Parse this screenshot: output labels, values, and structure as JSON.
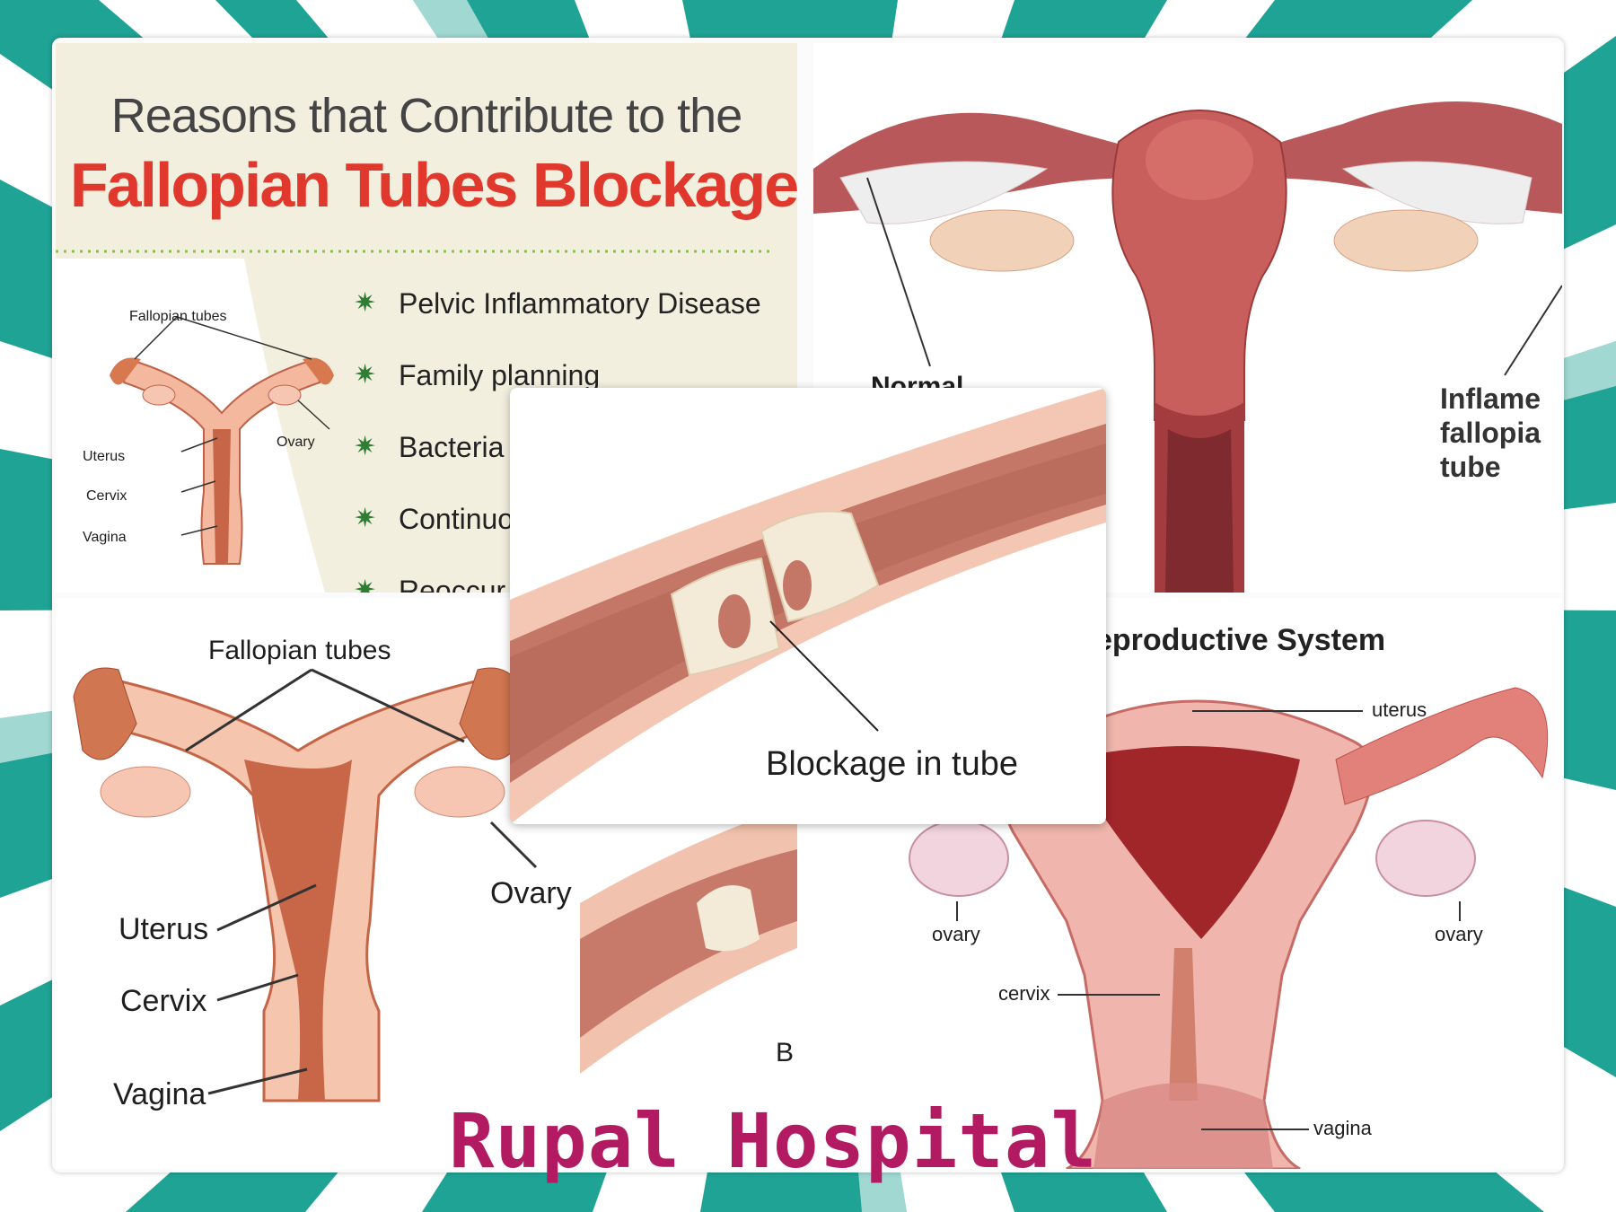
{
  "colors": {
    "frame_teal": "#1fa395",
    "frame_light": "#d8eeec",
    "title_red": "#e0382c",
    "watermark": "#b21a62",
    "bullet_green": "#2e7d32"
  },
  "reasons_panel": {
    "title_line1": "Reasons that Contribute to the",
    "title_line2": "Fallopian Tubes Blockage",
    "reasons": [
      "Pelvic Inflammatory Disease",
      "Family planning",
      "Bacteria",
      "Continuo",
      "Reoccur"
    ],
    "bullet_icon": "star-burst-icon",
    "diagram_labels": {
      "fallopian_tubes": "Fallopian tubes",
      "ovary": "Ovary",
      "uterus": "Uterus",
      "cervix": "Cervix",
      "vagina": "Vagina"
    }
  },
  "inflamed_panel": {
    "label_normal": "Normal",
    "label_inflamed": [
      "Inflame",
      "fallopia",
      "tube"
    ]
  },
  "large_diagram": {
    "fallopian_tubes": "Fallopian tubes",
    "ovary": "Ovary",
    "uterus": "Uterus",
    "cervix": "Cervix",
    "vagina": "Vagina"
  },
  "reproductive_panel": {
    "title": "eproductive System",
    "uterus": "uterus",
    "ovary_left": "ovary",
    "ovary_right": "ovary",
    "cervix": "cervix",
    "vagina": "vagina"
  },
  "small_tube_panel": {
    "partial_label": "B"
  },
  "tube_panel": {
    "label": "Blockage in tube"
  },
  "watermark": "Rupal Hospital"
}
